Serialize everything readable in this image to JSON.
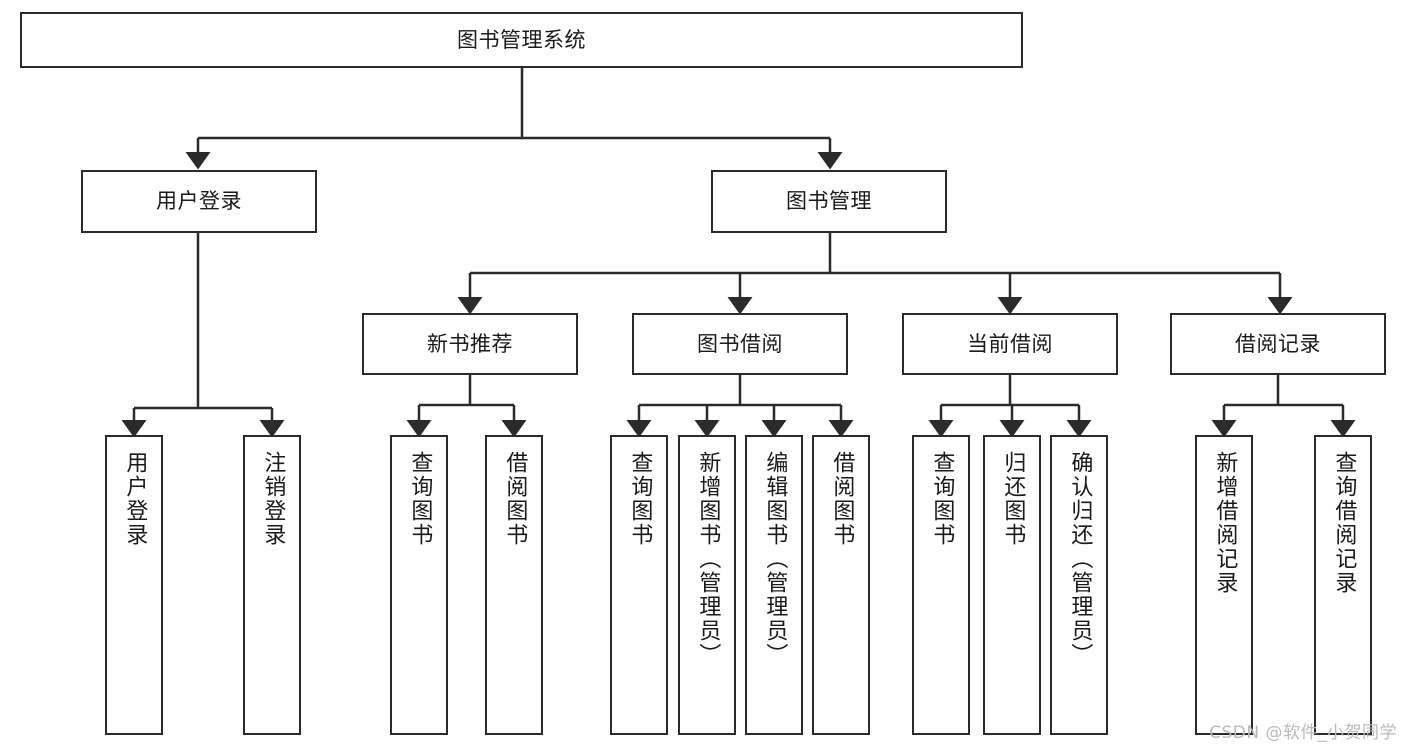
{
  "diagram": {
    "title_node": {
      "label": "图书管理系统"
    },
    "level2": [
      {
        "label": "用户登录"
      },
      {
        "label": "图书管理"
      }
    ],
    "level3": [
      {
        "label": "新书推荐"
      },
      {
        "label": "图书借阅"
      },
      {
        "label": "当前借阅"
      },
      {
        "label": "借阅记录"
      }
    ],
    "leaves": {
      "user_login": [
        {
          "label": "用户登录"
        },
        {
          "label": "注销登录"
        }
      ],
      "new_book": [
        {
          "label": "查询图书"
        },
        {
          "label": "借阅图书"
        }
      ],
      "book_borrow": [
        {
          "label": "查询图书"
        },
        {
          "label": "新增图书（管理员）"
        },
        {
          "label": "编辑图书（管理员）"
        },
        {
          "label": "借阅图书"
        }
      ],
      "current_borrow": [
        {
          "label": "查询图书"
        },
        {
          "label": "归还图书"
        },
        {
          "label": "确认归还（管理员）"
        }
      ],
      "borrow_record": [
        {
          "label": "新增借阅记录"
        },
        {
          "label": "查询借阅记录"
        }
      ]
    }
  },
  "watermark": {
    "text": "CSDN @软件_小贺同学"
  },
  "colors": {
    "border": "#2b2b2b",
    "text": "#1a1a1a",
    "background": "#ffffff",
    "watermark": "#b9b9b9"
  }
}
